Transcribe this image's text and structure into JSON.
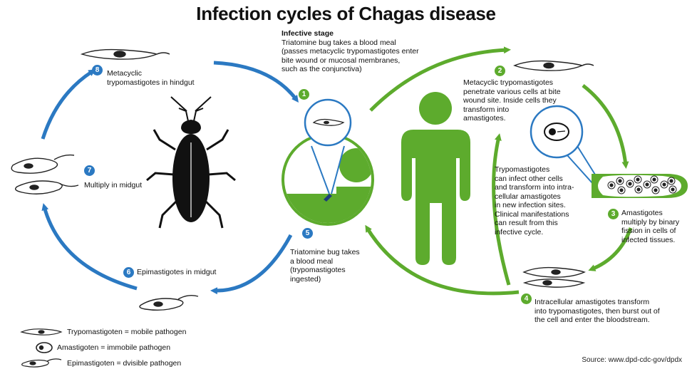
{
  "title": "Infection cycles of Chagas disease",
  "colors": {
    "blue": "#2b79c2",
    "green": "#5dab2d",
    "dark": "#111111"
  },
  "steps": [
    {
      "num": "1",
      "heading": "Infective stage",
      "lines": [
        "Triatomine bug takes a blood meal",
        "(passes metacyclic trypomastigotes enter",
        "bite wound or mucosal membranes,",
        "such as the conjunctiva)"
      ]
    },
    {
      "num": "2",
      "lines": [
        "Metacyclic trypomastigotes",
        "penetrate various cells at bite",
        "wound site. Inside cells they",
        "transform into",
        "amastigotes."
      ]
    },
    {
      "num": "3",
      "lines": [
        "Amastigotes",
        "multiply by binary",
        "fission in cells of",
        "infected tissues."
      ]
    },
    {
      "num": "4",
      "lines": [
        "Intracellular amastigotes transform",
        "into trypomastigotes, then burst out of",
        "the cell and enter the bloodstream."
      ]
    },
    {
      "num": "5",
      "lines": [
        "Triatomine bug takes",
        "a blood meal",
        "(trypomastigotes",
        "ingested)"
      ]
    },
    {
      "num": "6",
      "lines": [
        "Epimastigotes in midgut"
      ]
    },
    {
      "num": "7",
      "lines": [
        "Multiply in midgut"
      ]
    },
    {
      "num": "8",
      "lines": [
        "Metacyclic",
        "trypomastigotes in hindgut"
      ]
    }
  ],
  "center_note": [
    "Trypomastigotes",
    "can infect other cells",
    "and transform into intra-",
    "cellular amastigotes",
    "in new infection sites.",
    "Clinical manifestations",
    "can result from this",
    "infective cycle."
  ],
  "legend": [
    {
      "icon": "trypomastigote-icon",
      "text": "Trypomastigoten = mobile pathogen"
    },
    {
      "icon": "amastigote-icon",
      "text": "Amastigoten = immobile pathogen"
    },
    {
      "icon": "epimastigote-icon",
      "text": "Epimastigoten = dvisible pathogen"
    }
  ],
  "source": "Source: www.dpd-cdc-gov/dpdx"
}
